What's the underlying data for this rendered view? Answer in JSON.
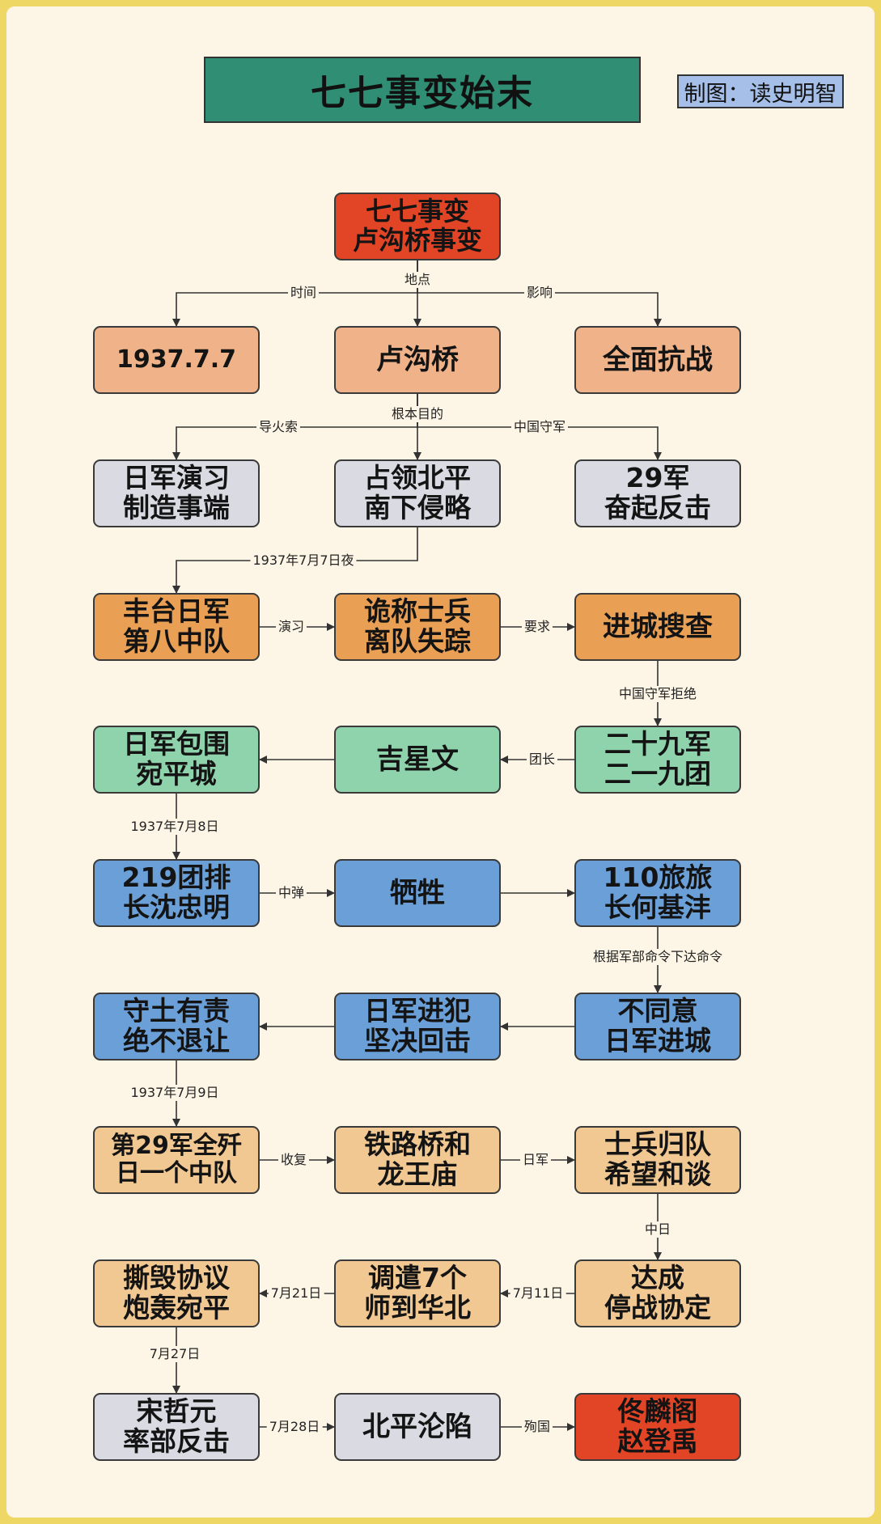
{
  "title": "七七事变始末",
  "credit": "制图：读史明智",
  "colors": {
    "background_frame": "#efd766",
    "title_bg": "#2f8e74",
    "credit_bg": "#a5bfe8",
    "red": "#e24526",
    "salmon": "#f0b389",
    "gray": "#dadbe2",
    "orange": "#e9a055",
    "green": "#8ed3ac",
    "blue": "#6a9fd8",
    "tan": "#f1c892"
  },
  "nodes": [
    {
      "id": "root",
      "lines": [
        "七七事变",
        "卢沟桥事变"
      ],
      "color": "red"
    },
    {
      "id": "time",
      "lines": [
        "1937.7.7"
      ],
      "color": "salmon"
    },
    {
      "id": "place",
      "lines": [
        "卢沟桥"
      ],
      "color": "salmon"
    },
    {
      "id": "impact",
      "lines": [
        "全面抗战"
      ],
      "color": "salmon"
    },
    {
      "id": "drill",
      "lines": [
        "日军演习",
        "制造事端"
      ],
      "color": "gray"
    },
    {
      "id": "goal",
      "lines": [
        "占领北平",
        "南下侵略"
      ],
      "color": "gray"
    },
    {
      "id": "army29",
      "lines": [
        "29军",
        "奋起反击"
      ],
      "color": "gray"
    },
    {
      "id": "fengtai",
      "lines": [
        "丰台日军",
        "第八中队"
      ],
      "color": "orange"
    },
    {
      "id": "missing",
      "lines": [
        "诡称士兵",
        "离队失踪"
      ],
      "color": "orange"
    },
    {
      "id": "search",
      "lines": [
        "进城搜查"
      ],
      "color": "orange"
    },
    {
      "id": "siege",
      "lines": [
        "日军包围",
        "宛平城"
      ],
      "color": "green"
    },
    {
      "id": "ji",
      "lines": [
        "吉星文"
      ],
      "color": "green"
    },
    {
      "id": "reg219",
      "lines": [
        "二十九军",
        "二一九团"
      ],
      "color": "green"
    },
    {
      "id": "shen",
      "lines": [
        "219团排",
        "长沈忠明"
      ],
      "color": "blue"
    },
    {
      "id": "sacrifice",
      "lines": [
        "牺牲"
      ],
      "color": "blue"
    },
    {
      "id": "he",
      "lines": [
        "110旅旅",
        "长何基沣"
      ],
      "color": "blue"
    },
    {
      "id": "defend",
      "lines": [
        "守土有责",
        "绝不退让"
      ],
      "color": "blue"
    },
    {
      "id": "counter",
      "lines": [
        "日军进犯",
        "坚决回击"
      ],
      "color": "blue"
    },
    {
      "id": "refuse",
      "lines": [
        "不同意",
        "日军进城"
      ],
      "color": "blue"
    },
    {
      "id": "annihilate",
      "lines": [
        "第29军全歼",
        "日一个中队"
      ],
      "color": "tan"
    },
    {
      "id": "bridge",
      "lines": [
        "铁路桥和",
        "龙王庙"
      ],
      "color": "tan"
    },
    {
      "id": "peace",
      "lines": [
        "士兵归队",
        "希望和谈"
      ],
      "color": "tan"
    },
    {
      "id": "tear",
      "lines": [
        "撕毁协议",
        "炮轰宛平"
      ],
      "color": "tan"
    },
    {
      "id": "divisions",
      "lines": [
        "调遣7个",
        "师到华北"
      ],
      "color": "tan"
    },
    {
      "id": "ceasefire",
      "lines": [
        "达成",
        "停战协定"
      ],
      "color": "tan"
    },
    {
      "id": "song",
      "lines": [
        "宋哲元",
        "率部反击"
      ],
      "color": "gray"
    },
    {
      "id": "fall",
      "lines": [
        "北平沦陷"
      ],
      "color": "gray"
    },
    {
      "id": "martyrs",
      "lines": [
        "佟麟阁",
        "赵登禹"
      ],
      "color": "red"
    }
  ],
  "edges": [
    {
      "id": "root-time",
      "label": "时间"
    },
    {
      "id": "root-place",
      "label": "地点"
    },
    {
      "id": "root-impact",
      "label": "影响"
    },
    {
      "id": "place-drill",
      "label": "导火索"
    },
    {
      "id": "place-goal",
      "label": "根本目的"
    },
    {
      "id": "place-army29",
      "label": "中国守军"
    },
    {
      "id": "goal-fengtai",
      "label": "1937年7月7日夜"
    },
    {
      "id": "fengtai-missing",
      "label": "演习"
    },
    {
      "id": "missing-search",
      "label": "要求"
    },
    {
      "id": "search-reg219",
      "label": "中国守军拒绝"
    },
    {
      "id": "reg219-ji",
      "label": "团长"
    },
    {
      "id": "ji-siege",
      "label": ""
    },
    {
      "id": "siege-shen",
      "label": "1937年7月8日"
    },
    {
      "id": "shen-sacrifice",
      "label": "中弹"
    },
    {
      "id": "sacrifice-he",
      "label": ""
    },
    {
      "id": "he-refuse",
      "label": "根据军部命令下达命令"
    },
    {
      "id": "refuse-counter",
      "label": ""
    },
    {
      "id": "counter-defend",
      "label": ""
    },
    {
      "id": "defend-annihilate",
      "label": "1937年7月9日"
    },
    {
      "id": "annihilate-bridge",
      "label": "收复"
    },
    {
      "id": "bridge-peace",
      "label": "日军"
    },
    {
      "id": "peace-ceasefire",
      "label": "中日"
    },
    {
      "id": "ceasefire-divisions",
      "label": "7月11日"
    },
    {
      "id": "divisions-tear",
      "label": "7月21日"
    },
    {
      "id": "tear-song",
      "label": "7月27日"
    },
    {
      "id": "song-fall",
      "label": "7月28日"
    },
    {
      "id": "fall-martyrs",
      "label": "殉国"
    }
  ]
}
